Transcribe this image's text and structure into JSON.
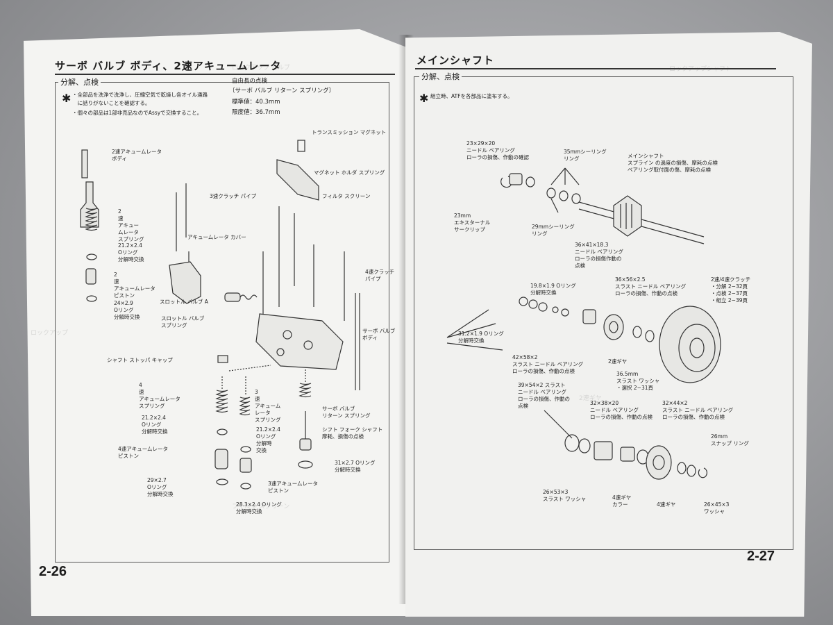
{
  "left_page": {
    "title": "サーボ バルブ ボディ、2速アキュームレータ",
    "section": "分解、点検",
    "notes": [
      "・全部品を洗浄で洗浄し、圧縮空気で乾燥し各オイル通路",
      "　に詰りがないことを確認する。",
      "・個々の部品は1部非売品なのでAssyで交換すること。"
    ],
    "spec_heading": "自由長の点検",
    "spec_item": "〔サーボ バルブ リターン スプリング〕",
    "spec_standard": "標準値：40.3mm",
    "spec_limit": "限度値：36.7mm",
    "page_number": "2-26",
    "labels": {
      "l1": "2速アキュームレータ\nボディ",
      "l2": "トランスミッション マグネット",
      "l3": "マグネット ホルダ スプリング",
      "l4": "フィルタ スクリーン",
      "l5": "3速クラッチ パイプ",
      "l6": "2\n速\nアキュー\nムレータ\nスプリング",
      "l7": "21.2×2.4\nOリング\n分解時交換",
      "l8": "アキュームレータ カバー",
      "l9": "2\n速\nアキュームレータ\nピストン",
      "l10": "24×2.9\nOリング\n分解時交換",
      "l11": "スロットル バルブ A",
      "l12": "スロットル バルブ\nスプリング",
      "l13": "4速クラッチ\nパイプ",
      "l14": "サーボ バルブ\nボディ",
      "l15": "シャフト ストッパ キャップ",
      "l16": "4\n速\nアキュームレータ\nスプリング",
      "l17": "3\n速\nアキューム\nレータ\nスプリング",
      "l18": "21.2×2.4\nOリング\n分解時交換",
      "l19": "21.2×2.4\nOリング\n分解時\n交換",
      "l20": "サーボ バルブ\nリターン スプリング",
      "l21": "シフト フォーク シャフト\n摩耗、損傷の点検",
      "l22": "4速アキュームレータ\nピストン",
      "l23": "31×2.7 Oリング\n分解時交換",
      "l24": "29×2.7\nOリング\n分解時交換",
      "l25": "3速アキュームレータ\nピストン",
      "l26": "28.3×2.4 Oリング\n分解時交換"
    }
  },
  "right_page": {
    "title": "メインシャフト",
    "section": "分解、点検",
    "note": "組立時、ATFを各部品に塗布する。",
    "page_number": "2-27",
    "labels": {
      "r1": "23×29×20\nニードル ベアリング\nローラの損傷、作動の確認",
      "r2": "35mmシーリング\nリング",
      "r3": "メインシャフト\nスプライン の過度の損傷、摩耗の点検\nベアリング取付面の傷、摩耗の点検",
      "r4": "23mm\nエキスターナル\nサークリップ",
      "r5": "29mmシーリング\nリング",
      "r6": "36×41×18.3\nニードル ベアリング\nローラの損傷作動の\n点検",
      "r7": "19.8×1.9 Oリング\n分解時交換",
      "r8": "36×56×2.5\nスラスト ニードル ベアリング\nローラの損傷、作動の点検",
      "r9": "2速/4速クラッチ\n・分解 2−32頁\n・点検 2−37頁\n・組立 2−39頁",
      "r10": "31.2×1.9 Oリング\n分解時交換",
      "r11": "42×58×2\nスラスト ニードル ベアリング\nローラの損傷、作動の点検",
      "r12": "2速ギヤ",
      "r13": "36.5mm\nスラスト ワッシャ\n・選択 2−31頁",
      "r14": "39×54×2 スラスト\nニードル ベアリング\nローラの損傷、作動の\n点検",
      "r15": "32×38×20\nニードル ベアリング\nローラの損傷、作動の点検",
      "r16": "32×44×2\nスラスト ニードル ベアリング\nローラの損傷、作動の点検",
      "r17": "26mm\nスナップ リング",
      "r18": "26×53×3\nスラスト ワッシャ",
      "r19": "4速ギヤ\nカラー",
      "r20": "4速ギヤ",
      "r21": "26×45×3\nワッシャ"
    }
  },
  "colors": {
    "paper": "#f4f4f2",
    "ink": "#1c1c1c",
    "table": "#8e8f92"
  }
}
